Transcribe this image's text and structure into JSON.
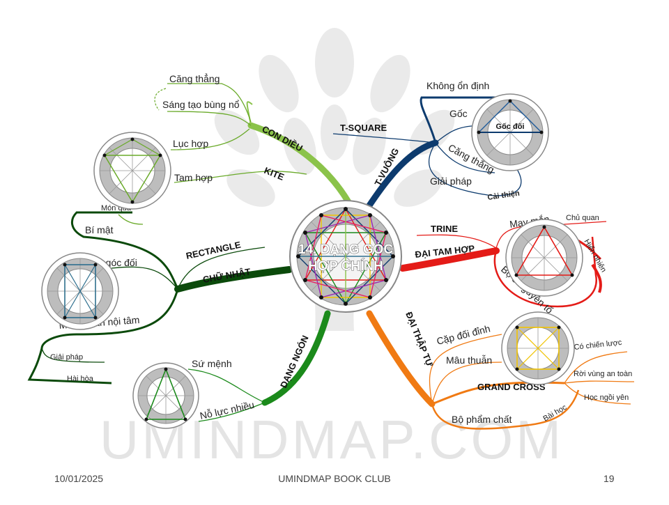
{
  "center": {
    "line1": "14. DẠNG GÓC",
    "line2": "HỢP CHÍNH"
  },
  "watermark": "UMINDMAP.COM",
  "footer": {
    "date": "10/01/2025",
    "title": "UMINDMAP BOOK CLUB",
    "page": "19"
  },
  "colors": {
    "kite": "#8bc34a",
    "tsquare": "#0d3b6e",
    "trine": "#e41b17",
    "rect": "#0b4a0b",
    "finger": "#1b8a1b",
    "cross": "#f07a13"
  },
  "branches": {
    "kite": {
      "label": "CON DIỀU",
      "label_en": "KITE",
      "items": [
        "Căng thẳng",
        "Sáng tạo bùng nổ",
        "Lục hợp",
        "Tam hợp",
        "Món quà"
      ]
    },
    "tsquare": {
      "label": "T-VUÔNG",
      "label_en": "T-SQUARE",
      "items": [
        "Không ổn định",
        "Gốc",
        "Căng thẳng",
        "Giải pháp",
        "Cải thiện"
      ],
      "wheel_label": "Gốc đối"
    },
    "trine": {
      "label": "ĐẠI TAM HỢP",
      "label_en": "TRINE",
      "items": [
        "May mắn",
        "Chủ quan",
        "Hiển nhiên",
        "Bộ 3 nguyên tố"
      ]
    },
    "rect": {
      "label": "CHỮ NHẬT",
      "label_en": "RECTANGLE",
      "items": [
        "Bí mật",
        "2 góc đối",
        "Mâu thuẫn nội tâm",
        "Giải pháp",
        "Hài hòa"
      ]
    },
    "finger": {
      "label": "DẠNG NGÓN",
      "items": [
        "Sứ mệnh",
        "Nỗ lực nhiều"
      ]
    },
    "cross": {
      "label": "ĐẠI THẬP TỰ",
      "label_en": "GRAND CROSS",
      "items": [
        "Cặp đối đỉnh",
        "Mâu thuẫn",
        "Có chiến lược",
        "Rời vùng an toàn",
        "Học ngồi yên",
        "Bộ phẩm chất",
        "Bài học"
      ]
    }
  }
}
